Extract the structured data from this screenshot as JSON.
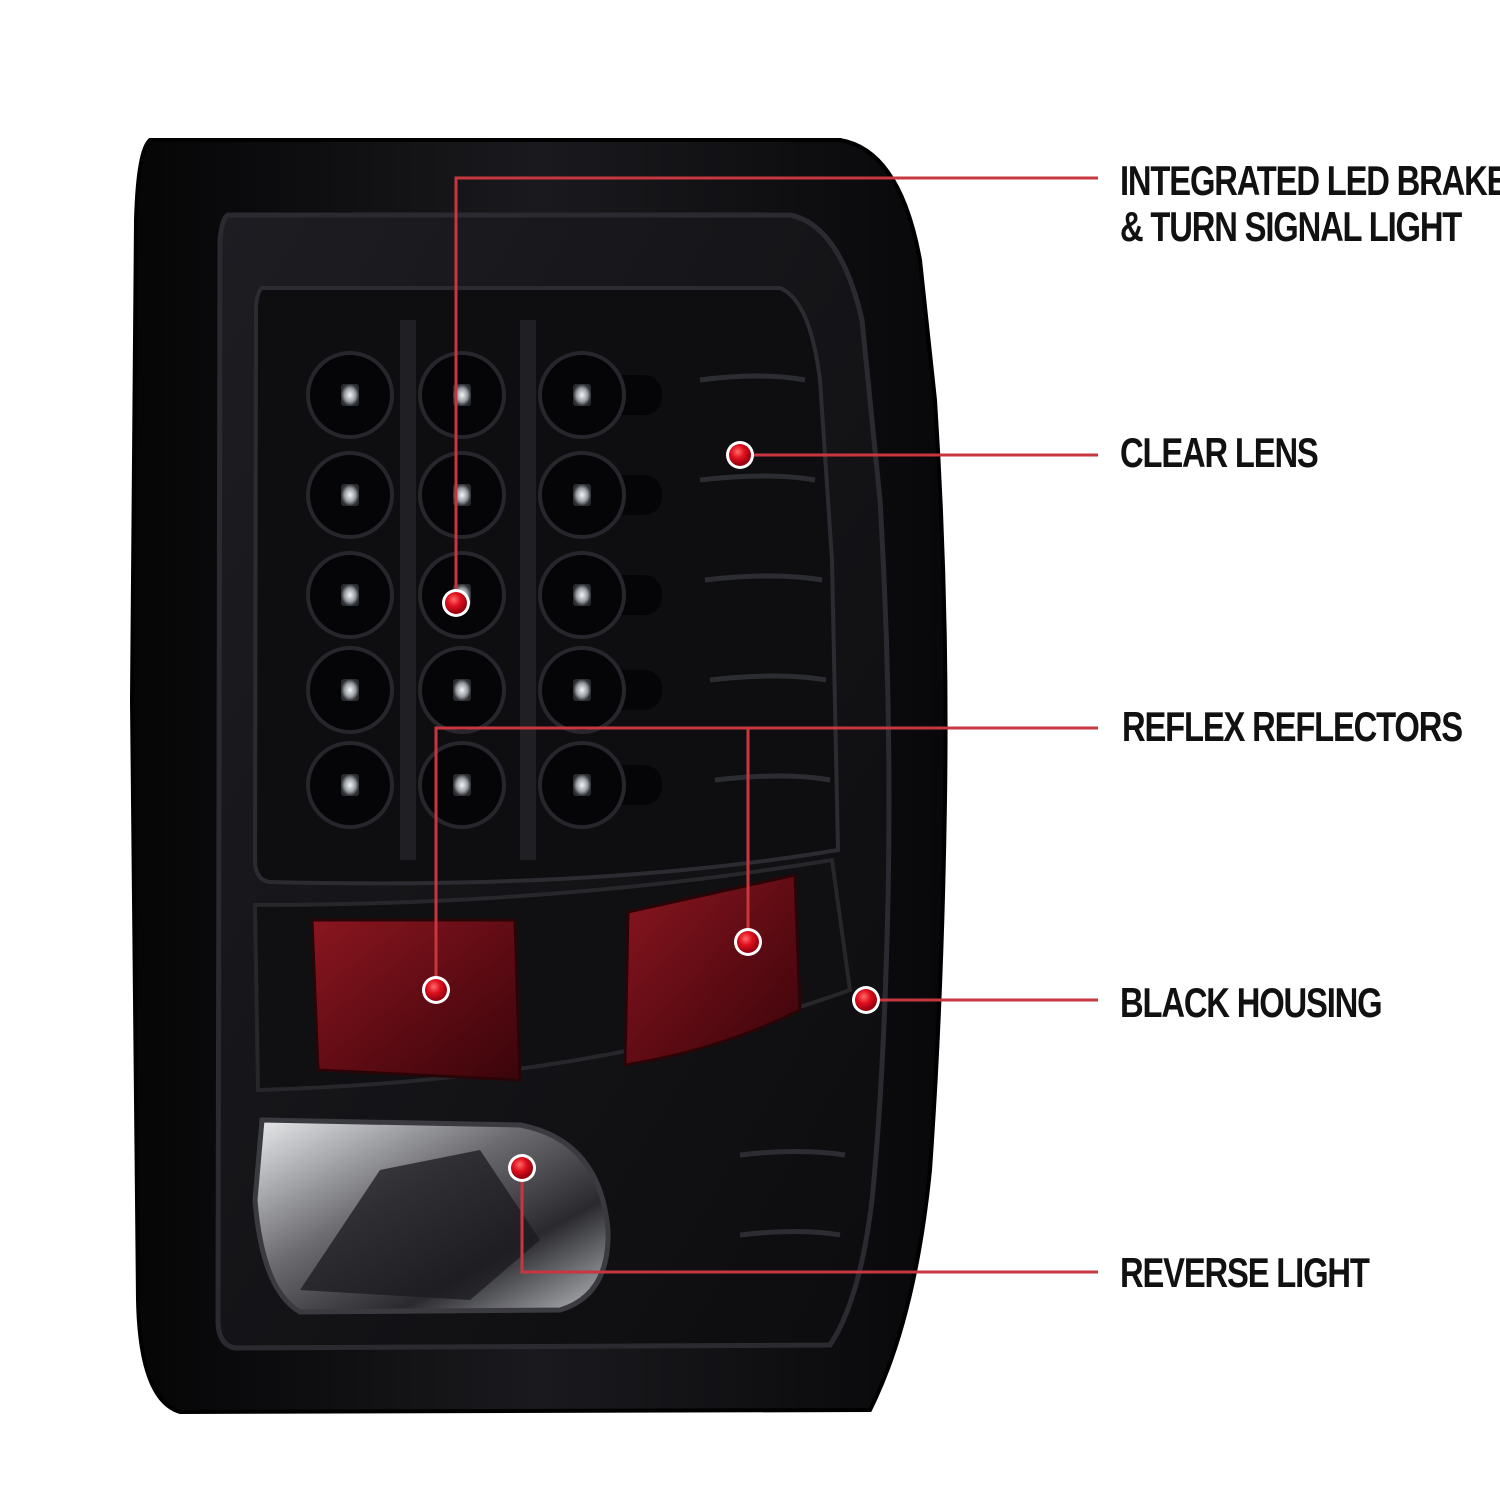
{
  "colors": {
    "background": "#ffffff",
    "housing": "#0d0d0f",
    "housing_edge": "#1c1c20",
    "inner_panel": "#141418",
    "led_chrome": "#cfd3d8",
    "reflector": "#6e0d14",
    "callout_line": "#c8373f",
    "callout_dot": "#e0101e",
    "label_text": "#111111"
  },
  "callouts": [
    {
      "id": "led-brake",
      "lines": [
        "INTEGRATED LED BRAKE",
        "& TURN SIGNAL LIGHT"
      ]
    },
    {
      "id": "clear-lens",
      "lines": [
        "CLEAR LENS"
      ]
    },
    {
      "id": "reflex-reflectors",
      "lines": [
        "REFLEX REFLECTORS"
      ]
    },
    {
      "id": "black-housing",
      "lines": [
        "BLACK HOUSING"
      ]
    },
    {
      "id": "reverse-light",
      "lines": [
        "REVERSE LIGHT"
      ]
    }
  ]
}
